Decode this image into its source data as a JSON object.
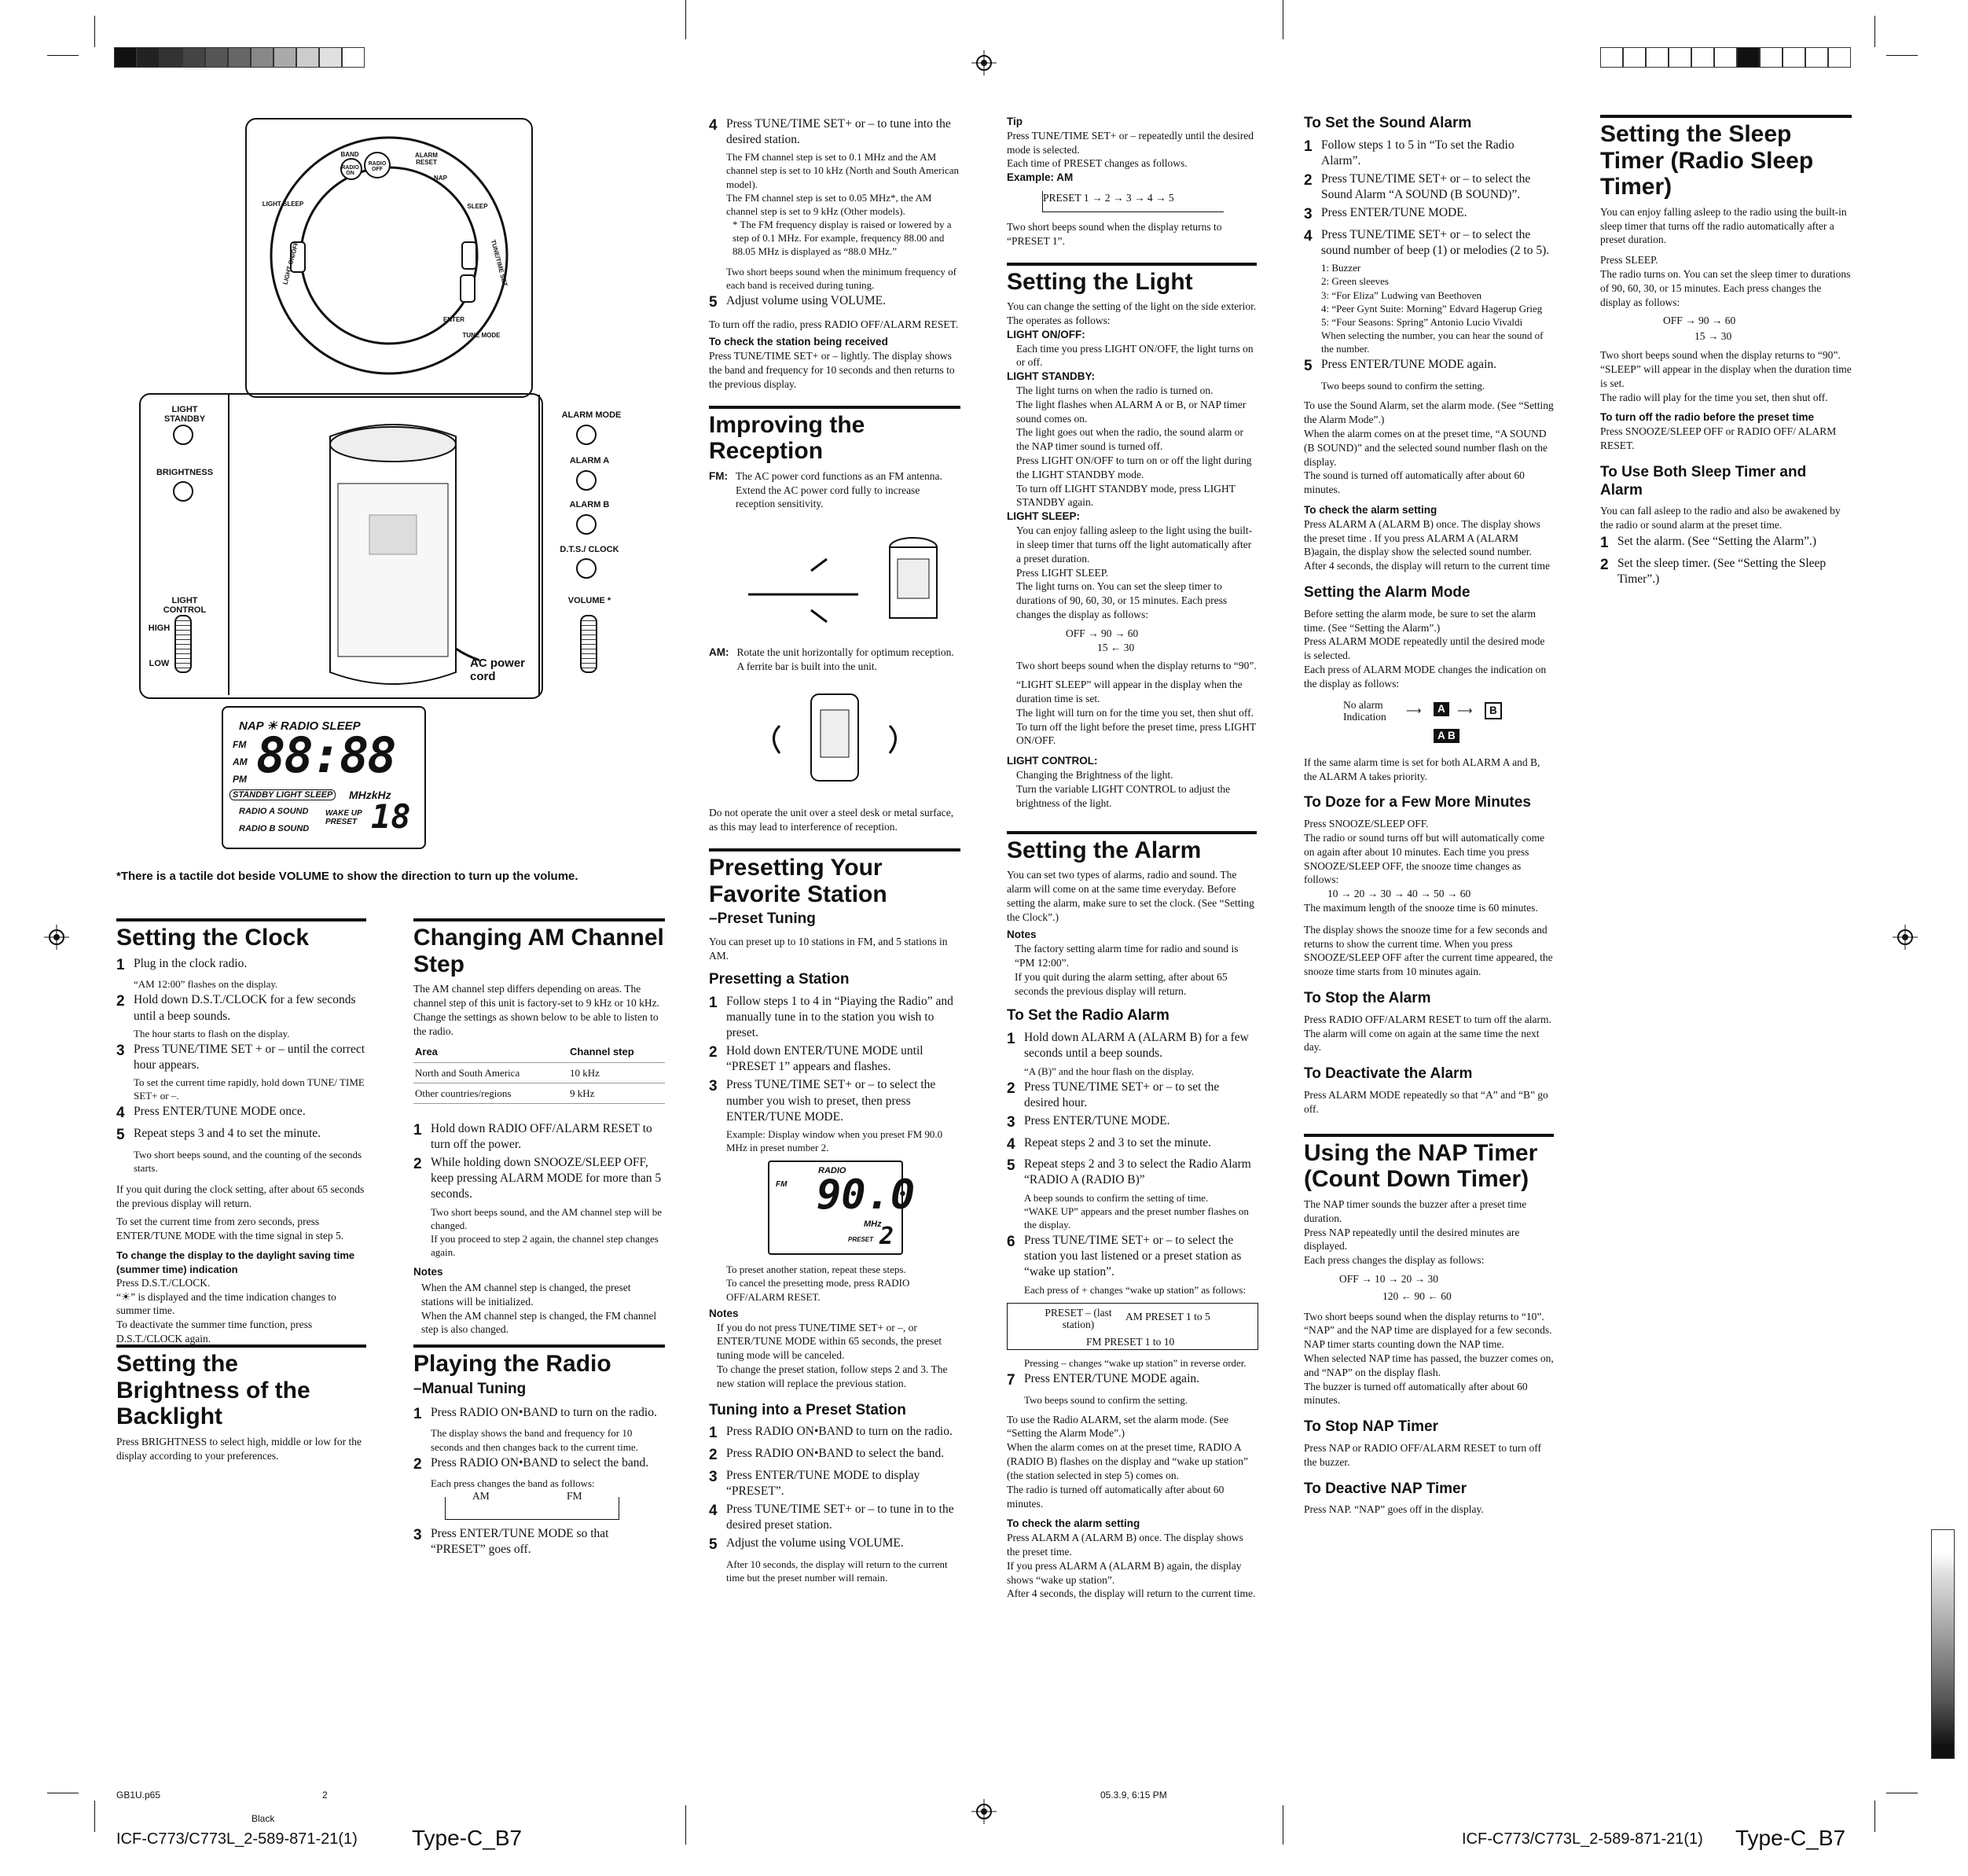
{
  "colorbar_left": [
    "#111111",
    "#222222",
    "#333333",
    "#444444",
    "#555555",
    "#666666",
    "#888888",
    "#aaaaaa",
    "#cccccc",
    "#e0e0e0",
    "#ffffff"
  ],
  "colorbar_right": [
    "#ffffff",
    "#ffffff",
    "#ffffff",
    "#ffffff",
    "#ffffff",
    "#ffffff",
    "#111111",
    "#ffffff",
    "#ffffff",
    "#ffffff",
    "#ffffff"
  ],
  "diagram": {
    "top_labels": [
      "BAND",
      "RADIO ON",
      "RADIO OFF",
      "ALARM RESET",
      "NAP",
      "SLEEP",
      "LIGHT SLEEP",
      "LIGHT ON/OFF",
      "TUNE/TIME SET",
      "ENTER",
      "TUNE MODE"
    ],
    "left_labels": [
      "LIGHT STANDBY",
      "BRIGHTNESS",
      "LIGHT CONTROL",
      "HIGH",
      "LOW"
    ],
    "right_labels": [
      "ALARM MODE",
      "ALARM A",
      "ALARM B",
      "D.T.S./ CLOCK",
      "VOLUME *"
    ],
    "ac_cord": "AC power cord",
    "lcd_top": "NAP ☀ RADIO SLEEP",
    "lcd_digits": "88:88",
    "lcd_fm": "FM",
    "lcd_am": "AM",
    "lcd_pm": "PM",
    "lcd_row": "STANDBY LIGHT SLEEP",
    "lcd_unit": "MHzkHz",
    "lcd_radio_a": "RADIO A SOUND",
    "lcd_radio_b": "RADIO B SOUND",
    "lcd_wake": "WAKE UP PRESET",
    "lcd_preset": "18",
    "footnote": "*There is a tactile dot beside VOLUME to show the direction to turn up the volume."
  },
  "clock": {
    "title": "Setting the Clock",
    "s1": "Plug in the clock radio.",
    "s1a": "“AM 12:00” flashes on the display.",
    "s2": "Hold down D.S.T./CLOCK for a few seconds until a beep sounds.",
    "s2a": "The hour starts to flash on the display.",
    "s3": "Press TUNE/TIME SET + or – until the correct hour appears.",
    "s3a": "To set the current time rapidly, hold down TUNE/ TIME SET+ or –.",
    "s4": "Press ENTER/TUNE MODE once.",
    "s5": "Repeat steps 3 and 4 to set the minute.",
    "s5a": "Two short beeps sound, and the counting of the seconds starts.",
    "p1": "If you quit during the clock setting, after about 65 seconds the previous display will return.",
    "p2": "To set the current time from zero seconds, press ENTER/TUNE MODE with the time signal in step 5.",
    "dst_head": "To change the display to the daylight saving time (summer time) indication",
    "dst1": "Press D.S.T./CLOCK.",
    "dst2": "“☀” is displayed and the time indication changes to summer time.",
    "dst3": "To deactivate the summer time function, press D.S.T./CLOCK again."
  },
  "backlight": {
    "title": "Setting the Brightness of the Backlight",
    "p": "Press BRIGHTNESS to select high, middle or low for the display according to your preferences."
  },
  "am_step": {
    "title": "Changing AM Channel Step",
    "p": "The AM channel step differs depending on areas. The channel step of this unit is factory-set to 9 kHz or 10 kHz. Change the settings as shown below to be able to listen to the radio.",
    "th_area": "Area",
    "th_step": "Channel step",
    "r1a": "North and South America",
    "r1b": "10 kHz",
    "r2a": "Other countries/regions",
    "r2b": "9 kHz",
    "s1": "Hold down RADIO OFF/ALARM RESET to turn off the power.",
    "s2": "While holding down SNOOZE/SLEEP OFF, keep pressing ALARM MODE for more than 5 seconds.",
    "s2a": "Two short beeps sound, and the AM channel step will be changed.",
    "s2b": "If you proceed to step 2 again, the channel step changes again.",
    "notes": "Notes",
    "n1": "When the AM channel step is changed, the preset stations will be initialized.",
    "n2": "When the AM channel step is changed, the FM channel step is also changed."
  },
  "playing": {
    "title": "Playing the Radio",
    "sub": "–Manual Tuning",
    "s1": "Press RADIO ON•BAND to turn on the radio.",
    "s1a": "The display shows the band and frequency for 10 seconds and then changes back to the current time.",
    "s2": "Press RADIO ON•BAND to select the band.",
    "s2a": "Each press changes the band as follows:",
    "band_am": "AM",
    "band_fm": "FM",
    "s3": "Press ENTER/TUNE MODE so that “PRESET” goes off."
  },
  "col3": {
    "s4": "Press TUNE/TIME SET+ or – to tune into the desired station.",
    "s4a": "The FM channel step is set to 0.1 MHz and the AM channel step is set to 10 kHz (North and South American model).",
    "s4b": "The FM channel step is set to 0.05 MHz*, the AM channel step is set to 9 kHz (Other models).",
    "s4c": "* The FM frequency display is raised or lowered by a step of 0.1 MHz. For example, frequency 88.00 and 88.05 MHz is displayed as “88.0 MHz.”",
    "s4d": "Two short beeps sound when the minimum frequency of each band is received during tuning.",
    "s5": "Adjust volume using VOLUME.",
    "off": "To turn off the radio, press RADIO OFF/ALARM RESET.",
    "check_head": "To check the station being received",
    "check": "Press TUNE/TIME SET+ or – lightly. The display shows the band and frequency for 10 seconds and then returns to the previous display.",
    "rec_title": "Improving the Reception",
    "fm_label": "FM:",
    "fm_text": "The AC power cord functions as an FM antenna. Extend the AC power cord fully to increase reception sensitivity.",
    "am_label": "AM:",
    "am_text": "Rotate the unit horizontally for optimum reception. A ferrite bar is built into the unit.",
    "warn": "Do not operate the unit over a steel desk or metal surface, as this may lead to interference of reception.",
    "preset_title": "Presetting Your Favorite Station",
    "preset_sub": "–Preset Tuning",
    "preset_p": "You can preset up to 10 stations in FM, and 5 stations in AM.",
    "ps_head": "Presetting a Station",
    "ps1": "Follow steps 1 to 4 in “Piaying the Radio” and manually tune in to the station you wish to preset.",
    "ps2": "Hold down ENTER/TUNE MODE until “PRESET 1” appears and flashes.",
    "ps3": "Press TUNE/TIME SET+ or – to select the number you wish to preset, then press ENTER/TUNE MODE.",
    "example": "Example: Display window when you preset FM 90.0 MHz in preset number 2.",
    "ex_radio": "RADIO",
    "ex_fm": "FM",
    "ex_digits": "90.0",
    "ex_mhz": "MHz",
    "ex_preset": "PRESET",
    "ex_num": "2",
    "another": "To preset another station, repeat these steps.",
    "cancel": "To cancel the presetting mode, press RADIO OFF/ALARM RESET.",
    "notes": "Notes",
    "n1": "If you do not press TUNE/TIME SET+ or –, or ENTER/TUNE MODE within 65 seconds, the preset tuning mode will be canceled.",
    "n2": "To change the preset station, follow steps 2 and 3. The new station will replace the previous station.",
    "tune_head": "Tuning into a Preset Station",
    "t1": "Press RADIO ON•BAND to turn on the radio.",
    "t2": "Press RADIO ON•BAND to select the band.",
    "t3": "Press ENTER/TUNE MODE to display “PRESET”.",
    "t4": "Press TUNE/TIME SET+ or – to tune in to the desired preset station.",
    "t5": "Adjust the volume using VOLUME.",
    "t5a": "After 10 seconds, the display will return to the current time but the preset number will remain."
  },
  "col4": {
    "tip": "Tip",
    "tip1": "Press TUNE/TIME SET+ or – repeatedly until the desired mode is selected.",
    "tip2": "Each time of PRESET changes as follows.",
    "tip3": "Example: AM",
    "seq": "PRESET 1 → 2 → 3 → 4 → 5",
    "tip4": "Two short beeps sound when the display returns to “PRESET 1”.",
    "light_title": "Setting the Light",
    "light_p": "You can change the setting of the light on the side exterior. The operates as follows:",
    "onoff_h": "LIGHT ON/OFF:",
    "onoff": "Each time you press LIGHT ON/OFF, the light turns on or off.",
    "standby_h": "LIGHT STANDBY:",
    "sb1": "The light turns on when the radio is turned on.",
    "sb2": "The light flashes when ALARM A or B, or NAP timer sound comes on.",
    "sb3": "The light goes out when the radio, the sound alarm or the NAP timer sound is turned off.",
    "sb4": "Press LIGHT ON/OFF to turn on or off the light during the LIGHT STANDBY mode.",
    "sb5": "To turn off LIGHT STANDBY mode, press LIGHT STANDBY again.",
    "lsleep_h": "LIGHT SLEEP:",
    "ls1": "You can enjoy falling asleep to the light using the built-in sleep timer that turns off the light automatically after a preset duration.",
    "ls2": "Press LIGHT SLEEP.",
    "ls3": "The light turns on. You can set the sleep timer to durations of 90, 60, 30, or 15 minutes. Each press changes the display as follows:",
    "seq_top": "OFF → 90 → 60",
    "seq_bot": "15 ← 30",
    "ls4": "Two short beeps sound when the display returns to “90”.",
    "ls5": "“LIGHT SLEEP” will appear in the display when the duration time is set.",
    "ls6": "The light will turn on for the time you set, then shut off.",
    "ls7": "To turn off the light before the preset time, press LIGHT ON/OFF.",
    "control_h": "LIGHT CONTROL:",
    "lc1": "Changing the Brightness of the light.",
    "lc2": "Turn the variable LIGHT CONTROL to adjust the brightness of the light.",
    "alarm_title": "Setting the Alarm",
    "alarm_p": "You can set two types of alarms, radio and sound. The alarm will come on at the same time everyday. Before setting the alarm, make sure to set the clock. (See “Setting the Clock”.)",
    "notes": "Notes",
    "an1": "The factory setting alarm time for radio and sound is “PM 12:00”.",
    "an2": "If you quit during the alarm setting, after about 65 seconds the previous display will return.",
    "radio_h": "To Set the Radio Alarm",
    "r1": "Hold down ALARM A (ALARM B) for a few seconds until a beep sounds.",
    "r1a": "“A (B)” and the hour flash on the display.",
    "r2": "Press TUNE/TIME SET+ or – to set the desired hour.",
    "r3": "Press ENTER/TUNE MODE.",
    "r4": "Repeat steps 2 and 3 to set the minute.",
    "r5": "Repeat steps 2 and 3 to select the Radio Alarm “RADIO A (RADIO B)”",
    "r5a": "A beep sounds to confirm the setting of time.",
    "r5b": "“WAKE UP” appears and the preset number flashes on the display.",
    "r6": "Press TUNE/TIME SET+ or – to select the station you last listened or a preset station as “wake up station”.",
    "r6a": "Each press of + changes “wake up station” as follows:",
    "flow1": "PRESET – (last station)",
    "flow2": "AM PRESET 1 to 5",
    "flow3": "FM PRESET 1 to 10",
    "r6b": "Pressing – changes “wake up station” in reverse order.",
    "r7": "Press ENTER/TUNE MODE again.",
    "r7a": "Two beeps sound to confirm the setting.",
    "use1": "To use the Radio ALARM, set the alarm mode. (See “Setting the Alarm Mode”.)",
    "use2": "When the alarm comes on at the preset time, RADIO A (RADIO B) flashes on the display and “wake up station” (the station selected in step 5) comes on.",
    "use3": "The radio is turned off automatically after about 60 minutes.",
    "chk_h": "To check the alarm setting",
    "chk1": "Press ALARM A (ALARM B) once. The display shows the preset time.",
    "chk2": "If you press ALARM A (ALARM B) again, the display shows “wake up station”.",
    "chk3": "After 4 seconds, the display will return to the current time."
  },
  "col5": {
    "sound_h": "To Set the Sound Alarm",
    "s1": "Follow steps 1 to 5 in “To set the Radio Alarm”.",
    "s2": "Press TUNE/TIME SET+ or – to select the Sound Alarm “A SOUND (B SOUND)”.",
    "s3": "Press ENTER/TUNE MODE.",
    "s4": "Press TUNE/TIME SET+ or – to select the sound number of beep (1) or melodies (2 to 5).",
    "m1": "1: Buzzer",
    "m2": "2: Green sleeves",
    "m3": "3: “For Eliza” Ludwing van Beethoven",
    "m4": "4: “Peer Gynt Suite: Morning” Edvard Hagerup Grieg",
    "m5": "5: “Four Seasons: Spring” Antonio Lucio Vivaldi",
    "m6": "When selecting the number, you can hear the sound of the number.",
    "s5": "Press ENTER/TUNE MODE again.",
    "s5a": "Two beeps sound to confirm the setting.",
    "p1": "To use the Sound Alarm, set the alarm mode. (See “Setting the Alarm Mode”.)",
    "p2": "When the alarm comes on at the preset time, “A SOUND (B SOUND)” and the selected sound number flash on the display.",
    "p3": "The sound is turned off automatically after about 60 minutes.",
    "chk_h": "To check the alarm setting",
    "chk1": "Press ALARM A (ALARM B) once. The display shows the preset time . If you press ALARM A (ALARM B)again, the display show the selected sound number.",
    "chk2": "After 4 seconds, the display will return to the current time",
    "mode_h": "Setting the Alarm Mode",
    "mode1": "Before setting the alarm mode, be sure to set the alarm time. (See “Setting the Alarm”.)",
    "mode2": "Press ALARM MODE repeatedly until the desired mode is selected.",
    "mode3": "Each press of ALARM MODE changes the indication on the display as follows:",
    "no_alarm": "No alarm Indication",
    "mode4": "If the same alarm time is set for both ALARM A and B, the ALARM A takes priority.",
    "doze_h": "To Doze for a Few More Minutes",
    "doze1": "Press SNOOZE/SLEEP OFF.",
    "doze2": "The radio or sound turns off but will automatically come on again after about 10 minutes. Each time you press SNOOZE/SLEEP OFF, the snooze time changes as follows:",
    "doze_seq": "10 → 20 → 30 → 40 → 50 → 60",
    "doze3": "The maximum length of the snooze time is 60 minutes.",
    "doze4": "The display shows the snooze time for a few seconds and returns to show the current time. When you press SNOOZE/SLEEP OFF after the current time appeared, the snooze time starts from 10 minutes again.",
    "stop_h": "To Stop the Alarm",
    "stop1": "Press RADIO OFF/ALARM RESET to turn off the alarm.",
    "stop2": "The alarm will come on again at the same time the next day.",
    "deact_h": "To Deactivate the Alarm",
    "deact": "Press ALARM MODE repeatedly so that “A” and “B” go off.",
    "nap_title": "Using the NAP Timer (Count Down Timer)",
    "nap1": "The NAP timer sounds the buzzer after a preset time duration.",
    "nap2": "Press NAP repeatedly until the desired minutes are displayed.",
    "nap3": "Each press changes the display as follows:",
    "nap_seq_top": "OFF → 10 → 20 → 30",
    "nap_seq_bot": "120 ← 90 ← 60",
    "nap4": "Two short beeps sound when the display returns to “10”.",
    "nap5": "“NAP” and the NAP time are displayed for a few seconds.",
    "nap6": "NAP timer starts counting down the NAP time.",
    "nap7": "When selected NAP time has passed, the buzzer comes on, and “NAP” on the display flash.",
    "nap8": "The buzzer is turned off automatically after about 60 minutes.",
    "stopnap_h": "To Stop NAP Timer",
    "stopnap": "Press NAP or RADIO OFF/ALARM RESET to turn off the buzzer.",
    "deactnap_h": "To Deactive NAP Timer",
    "deactnap": "Press NAP. “NAP” goes off in the display."
  },
  "col6": {
    "title": "Setting the Sleep Timer (Radio Sleep Timer)",
    "p1": "You can enjoy falling asleep to the radio using the built-in sleep timer that turns off the radio automatically after a preset duration.",
    "p2": "Press SLEEP.",
    "p3": "The radio turns on. You can set the sleep timer to durations of 90, 60, 30, or 15 minutes. Each press changes the display as follows:",
    "seq_top": "OFF → 90 → 60",
    "seq_bot": "15 → 30",
    "p4": "Two short beeps sound when the display returns to “90”.",
    "p5": "“SLEEP” will appear in the display when the duration time is set.",
    "p6": "The radio will play for the time you set, then shut off.",
    "off_h": "To turn off the radio before the preset time",
    "off": "Press SNOOZE/SLEEP OFF or RADIO OFF/ ALARM RESET.",
    "both_h": "To Use Both Sleep Timer and Alarm",
    "both": "You can fall asleep to the radio and also be awakened by the radio or sound alarm at the preset time.",
    "b1": "Set the alarm. (See “Setting the Alarm”.)",
    "b2": "Set the sleep timer. (See “Setting the Sleep Timer”.)"
  },
  "footer": {
    "file": "GB1U.p65",
    "page": "2",
    "date": "05.3.9, 6:15 PM",
    "black": "Black",
    "model_left": "ICF-C773/C773L_2-589-871-21(1)",
    "type_left": "Type-C_B7",
    "model_right": "ICF-C773/C773L_2-589-871-21(1)",
    "type_right": "Type-C_B7"
  }
}
